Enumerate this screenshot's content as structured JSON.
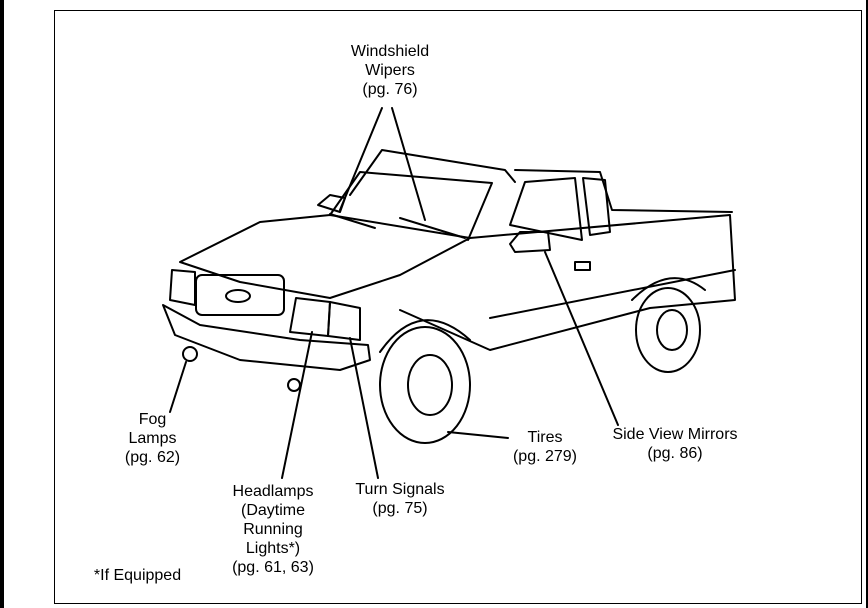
{
  "labels": {
    "windshield_wipers": "Windshield\nWipers\n(pg. 76)",
    "fog_lamps": "Fog\nLamps\n(pg. 62)",
    "headlamps": "Headlamps\n(Daytime\nRunning\nLights*)\n(pg. 61, 63)",
    "turn_signals": "Turn Signals\n(pg. 75)",
    "tires": "Tires\n(pg. 279)",
    "side_view_mirrors": "Side View Mirrors\n(pg. 86)",
    "footnote": "*If Equipped"
  }
}
